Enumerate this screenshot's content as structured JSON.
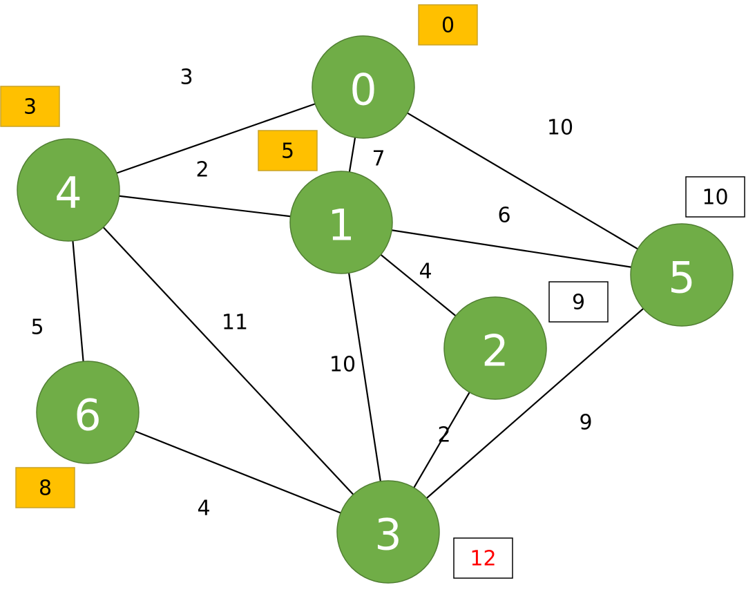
{
  "colors": {
    "node_fill": "#70AD47",
    "node_text": "#FFFFFF",
    "visited_box": "#FFC000",
    "pending_box": "#FFFFFF",
    "highlight_text": "#FF0000"
  },
  "nodes": [
    {
      "id": "0",
      "label": "0"
    },
    {
      "id": "1",
      "label": "1"
    },
    {
      "id": "2",
      "label": "2"
    },
    {
      "id": "3",
      "label": "3"
    },
    {
      "id": "4",
      "label": "4"
    },
    {
      "id": "5",
      "label": "5"
    },
    {
      "id": "6",
      "label": "6"
    }
  ],
  "edges": [
    {
      "from": "4",
      "to": "0",
      "weight": "3"
    },
    {
      "from": "0",
      "to": "1",
      "weight": "7"
    },
    {
      "from": "0",
      "to": "5",
      "weight": "10"
    },
    {
      "from": "4",
      "to": "1",
      "weight": "2"
    },
    {
      "from": "1",
      "to": "5",
      "weight": "6"
    },
    {
      "from": "1",
      "to": "2",
      "weight": "4"
    },
    {
      "from": "4",
      "to": "6",
      "weight": "5"
    },
    {
      "from": "4",
      "to": "3",
      "weight": "11"
    },
    {
      "from": "1",
      "to": "3",
      "weight": "10"
    },
    {
      "from": "2",
      "to": "3",
      "weight": "2"
    },
    {
      "from": "5",
      "to": "3",
      "weight": "9"
    },
    {
      "from": "6",
      "to": "3",
      "weight": "4"
    }
  ],
  "distances": [
    {
      "node": "0",
      "value": "0",
      "state": "visited"
    },
    {
      "node": "4",
      "value": "3",
      "state": "visited"
    },
    {
      "node": "1",
      "value": "5",
      "state": "visited"
    },
    {
      "node": "5",
      "value": "10",
      "state": "pending"
    },
    {
      "node": "2",
      "value": "9",
      "state": "pending"
    },
    {
      "node": "6",
      "value": "8",
      "state": "visited"
    },
    {
      "node": "3",
      "value": "12",
      "state": "highlight"
    }
  ]
}
